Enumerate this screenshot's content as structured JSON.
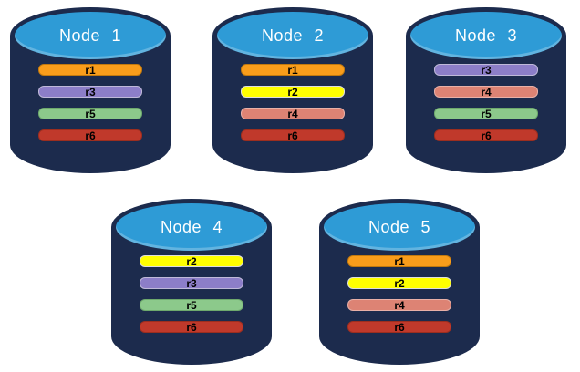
{
  "colors": {
    "background": "#FFFFFF",
    "cylinder_body": "#1C2B4D",
    "cylinder_top": "#2E9BD6",
    "node_label_text": "#FFFFFF",
    "bar_label_text": "#000000"
  },
  "diagram": {
    "description": "Five database nodes, each storing four replicas",
    "nodes": [
      {
        "label": "Node 1",
        "replicas": [
          {
            "label": "r1",
            "color": "#F99D1B",
            "border": "#C1790F"
          },
          {
            "label": "r3",
            "color": "#8C7EC8",
            "border": "#BFB9D9"
          },
          {
            "label": "r5",
            "color": "#8CC98B",
            "border": "#6EA96D"
          },
          {
            "label": "r6",
            "color": "#C0392B",
            "border": "#9C2E1F"
          }
        ]
      },
      {
        "label": "Node 2",
        "replicas": [
          {
            "label": "r1",
            "color": "#F99D1B",
            "border": "#C1790F"
          },
          {
            "label": "r2",
            "color": "#FFFF00",
            "border": "#DDDDDD"
          },
          {
            "label": "r4",
            "color": "#DD8374",
            "border": "#E8B0A7"
          },
          {
            "label": "r6",
            "color": "#C0392B",
            "border": "#9C2E1F"
          }
        ]
      },
      {
        "label": "Node 3",
        "replicas": [
          {
            "label": "r3",
            "color": "#8C7EC8",
            "border": "#BFB9D9"
          },
          {
            "label": "r4",
            "color": "#DD8374",
            "border": "#E8B0A7"
          },
          {
            "label": "r5",
            "color": "#8CC98B",
            "border": "#6EA96D"
          },
          {
            "label": "r6",
            "color": "#C0392B",
            "border": "#9C2E1F"
          }
        ]
      },
      {
        "label": "Node 4",
        "replicas": [
          {
            "label": "r2",
            "color": "#FFFF00",
            "border": "#DDDDDD"
          },
          {
            "label": "r3",
            "color": "#8C7EC8",
            "border": "#BFB9D9"
          },
          {
            "label": "r5",
            "color": "#8CC98B",
            "border": "#6EA96D"
          },
          {
            "label": "r6",
            "color": "#C0392B",
            "border": "#9C2E1F"
          }
        ]
      },
      {
        "label": "Node 5",
        "replicas": [
          {
            "label": "r1",
            "color": "#F99D1B",
            "border": "#C1790F"
          },
          {
            "label": "r2",
            "color": "#FFFF00",
            "border": "#DDDDDD"
          },
          {
            "label": "r4",
            "color": "#DD8374",
            "border": "#E8B0A7"
          },
          {
            "label": "r6",
            "color": "#C0392B",
            "border": "#9C2E1F"
          }
        ]
      }
    ]
  }
}
